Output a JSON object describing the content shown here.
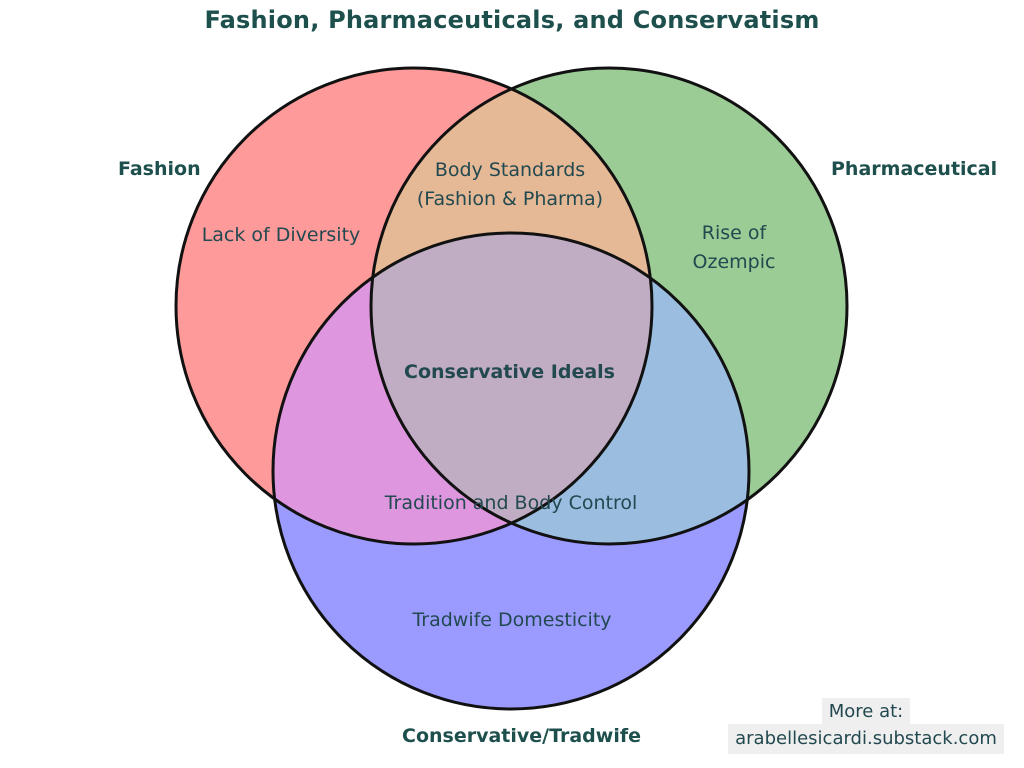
{
  "title": "Fashion, Pharmaceuticals, and Conservatism",
  "sets": {
    "fashion": {
      "label": "Fashion",
      "color": "#ff9a9a"
    },
    "pharmaceutical": {
      "label": "Pharmaceutical",
      "color": "#9ccc96"
    },
    "conservative": {
      "label": "Conservative/Tradwife",
      "color": "#9a9aff"
    }
  },
  "regions": {
    "fashion_only": "Lack of Diversity",
    "pharma_only": {
      "line1": "Rise of",
      "line2": "Ozempic"
    },
    "fashion_pharma": {
      "line1": "Body Standards",
      "line2": "(Fashion & Pharma)"
    },
    "all_three": "Conservative Ideals",
    "conservative_overlaps": "Tradition and Body Control",
    "conservative_only": "Tradwife Domesticity"
  },
  "region_colors": {
    "fashion_pharma": "#e5b896",
    "fashion_conservative": "#de97de",
    "pharma_conservative": "#9bbde0",
    "all_three": "#c1adc3"
  },
  "credit": {
    "line1": "More at:",
    "line2": "arabellesicardi.substack.com"
  }
}
